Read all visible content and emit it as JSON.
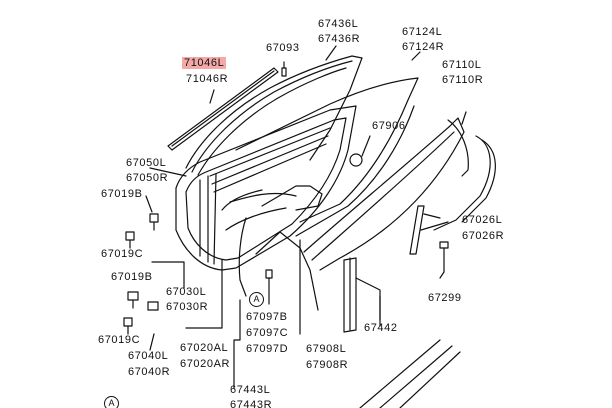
{
  "colors": {
    "line": "#111111",
    "highlight": "#f5a8a8",
    "background": "#ffffff"
  },
  "labels": {
    "p71046l": "71046L",
    "p71046r": "71046R",
    "p67093": "67093",
    "p67436l": "67436L",
    "p67436r": "67436R",
    "p67124l": "67124L",
    "p67124r": "67124R",
    "p67110l": "67110L",
    "p67110r": "67110R",
    "p67906": "67906",
    "p67050l": "67050L",
    "p67050r": "67050R",
    "p67019b_1": "67019B",
    "p67019c_1": "67019C",
    "p67019b_2": "67019B",
    "p67019c_2": "67019C",
    "p67030l": "67030L",
    "p67030r": "67030R",
    "p67040l": "67040L",
    "p67040r": "67040R",
    "p67020al": "67020AL",
    "p67020ar": "67020AR",
    "p67097b": "67097B",
    "p67097c": "67097C",
    "p67097d": "67097D",
    "p67908l": "67908L",
    "p67908r": "67908R",
    "p67442": "67442",
    "p67443l": "67443L",
    "p67443r": "67443R",
    "p67026l": "67026L",
    "p67026r": "67026R",
    "p67299": "67299"
  },
  "callouts": {
    "a1": "A",
    "a2": "A"
  }
}
